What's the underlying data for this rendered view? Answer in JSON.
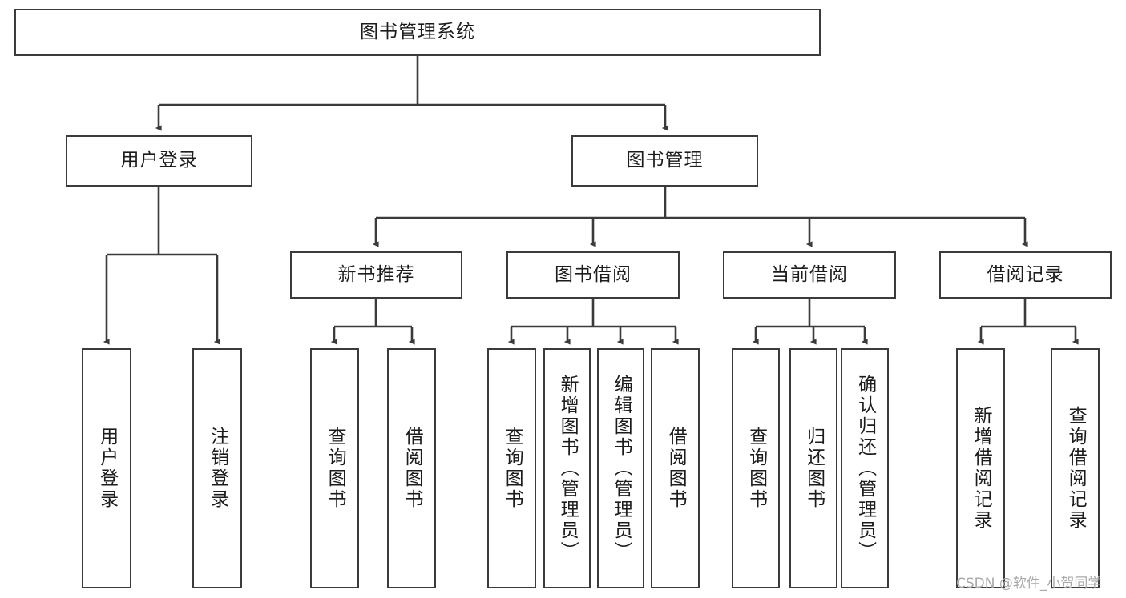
{
  "diagram": {
    "type": "tree-hierarchy",
    "title": "图书管理系统",
    "watermark": "CSDN @软件_小贺同学",
    "root": {
      "label": "图书管理系统"
    },
    "level2": [
      {
        "label": "用户登录"
      },
      {
        "label": "图书管理"
      }
    ],
    "level3": [
      {
        "label": "新书推荐"
      },
      {
        "label": "图书借阅"
      },
      {
        "label": "当前借阅"
      },
      {
        "label": "借阅记录"
      }
    ],
    "leaves": [
      {
        "label": "用户登录",
        "parent": "用户登录"
      },
      {
        "label": "注销登录",
        "parent": "用户登录"
      },
      {
        "label": "查询图书",
        "parent": "新书推荐"
      },
      {
        "label": "借阅图书",
        "parent": "新书推荐"
      },
      {
        "label": "查询图书",
        "parent": "图书借阅"
      },
      {
        "label": "新增图书（管理员）",
        "parent": "图书借阅"
      },
      {
        "label": "编辑图书（管理员）",
        "parent": "图书借阅"
      },
      {
        "label": "借阅图书",
        "parent": "图书借阅"
      },
      {
        "label": "查询图书",
        "parent": "当前借阅"
      },
      {
        "label": "归还图书",
        "parent": "当前借阅"
      },
      {
        "label": "确认归还（管理员）",
        "parent": "当前借阅"
      },
      {
        "label": "新增借阅记录",
        "parent": "借阅记录"
      },
      {
        "label": "查询借阅记录",
        "parent": "借阅记录"
      }
    ],
    "colors": {
      "stroke": "#3b3b3b",
      "text": "#1c1c1c",
      "background": "#ffffff",
      "watermark": "#a9a9a9"
    }
  }
}
